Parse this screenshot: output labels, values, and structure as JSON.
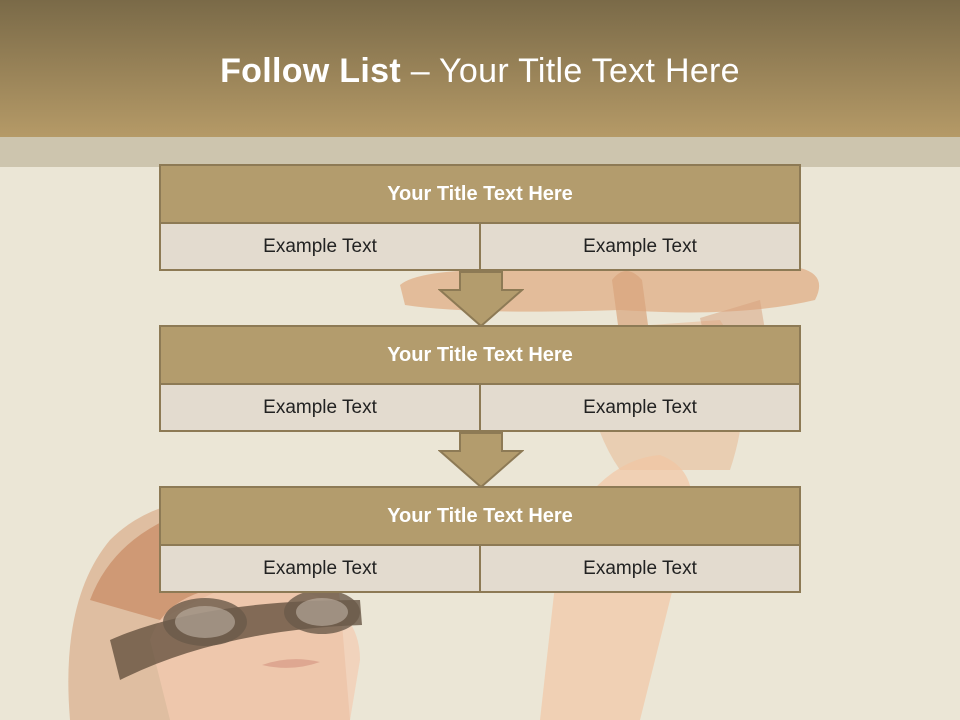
{
  "slide": {
    "title_strong": "Follow List",
    "title_rest": " – Your Title Text Here"
  },
  "blocks": [
    {
      "title": "Your Title Text Here",
      "left": "Example Text",
      "right": "Example Text"
    },
    {
      "title": "Your Title Text Here",
      "left": "Example Text",
      "right": "Example Text"
    },
    {
      "title": "Your Title Text Here",
      "left": "Example Text",
      "right": "Example Text"
    }
  ],
  "colors": {
    "header_band": "#9d8759",
    "block_title": "#b39c6d",
    "block_cell": "#e3dbcf",
    "border": "#8d7a55"
  }
}
